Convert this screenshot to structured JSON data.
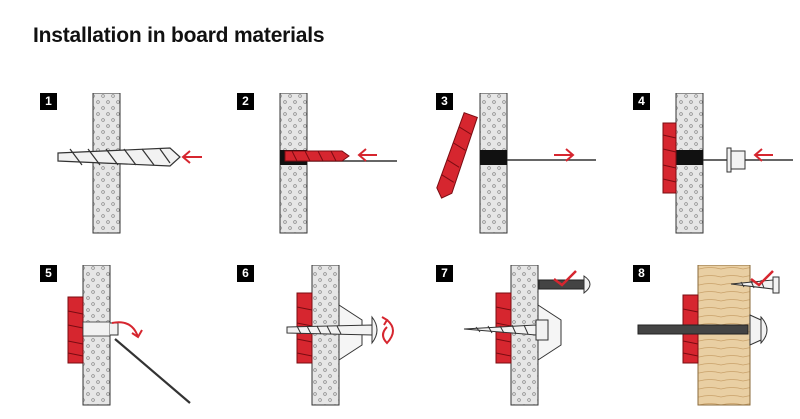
{
  "title": "Installation in board materials",
  "steps": [
    {
      "number": "1"
    },
    {
      "number": "2"
    },
    {
      "number": "3"
    },
    {
      "number": "4"
    },
    {
      "number": "5"
    },
    {
      "number": "6"
    },
    {
      "number": "7"
    },
    {
      "number": "8"
    }
  ],
  "colors": {
    "accent_red": "#d6262f",
    "board": "#e6e6e6",
    "wood": "#e9cfa3",
    "outline": "#333333"
  }
}
